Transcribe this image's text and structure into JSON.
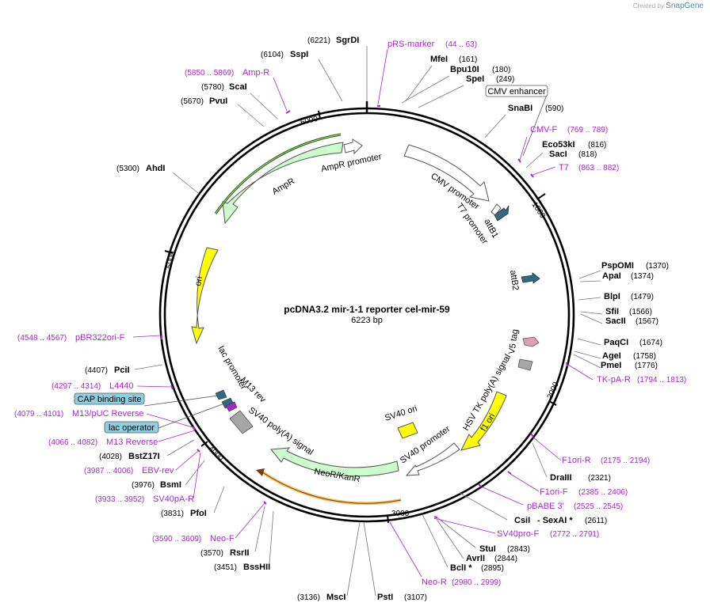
{
  "plasmid": {
    "name": "pcDNA3.2 mir-1-1 reporter cel-mir-59",
    "length": "6223 bp",
    "total_bp": 6223
  },
  "watermark": {
    "prefix": "Created by",
    "brand": "SnapGene"
  },
  "ticks": [
    "1000",
    "2000",
    "3000",
    "4000",
    "5000",
    "6000"
  ],
  "sites": [
    {
      "name": "SgrDI",
      "pos": "(6221)"
    },
    {
      "name": "SspI",
      "pos": "(6104)"
    },
    {
      "name": "ScaI",
      "pos": "(5780)"
    },
    {
      "name": "PvuI",
      "pos": "(5670)"
    },
    {
      "name": "AhdI",
      "pos": "(5300)"
    },
    {
      "name": "PciI",
      "pos": "(4407)"
    },
    {
      "name": "BstZ17I",
      "pos": "(4028)"
    },
    {
      "name": "BsmI",
      "pos": "(3976)"
    },
    {
      "name": "PfoI",
      "pos": "(3831)"
    },
    {
      "name": "RsrII",
      "pos": "(3570)"
    },
    {
      "name": "BssHII",
      "pos": "(3451)"
    },
    {
      "name": "MscI",
      "pos": "(3136)"
    },
    {
      "name": "PstI",
      "pos": "(3107)"
    },
    {
      "name": "MfeI",
      "pos": "(161)"
    },
    {
      "name": "Bpu10I",
      "pos": "(180)"
    },
    {
      "name": "SpeI",
      "pos": "(249)"
    },
    {
      "name": "SnaBI",
      "pos": "(590)"
    },
    {
      "name": "Eco53kI",
      "pos": "(816)"
    },
    {
      "name": "SacI",
      "pos": "(818)"
    },
    {
      "name": "PspOMI",
      "pos": "(1370)"
    },
    {
      "name": "ApaI",
      "pos": "(1374)"
    },
    {
      "name": "BlpI",
      "pos": "(1479)"
    },
    {
      "name": "SfiI",
      "pos": "(1566)"
    },
    {
      "name": "SacII",
      "pos": "(1567)"
    },
    {
      "name": "PaqCI",
      "pos": "(1674)"
    },
    {
      "name": "AgeI",
      "pos": "(1758)"
    },
    {
      "name": "PmeI",
      "pos": "(1776)"
    },
    {
      "name": "DraIII",
      "pos": "(2321)"
    },
    {
      "name": "CsiI",
      "pos": ""
    },
    {
      "name": "- SexAI *",
      "pos": "(2611)"
    },
    {
      "name": "StuI",
      "pos": "(2843)"
    },
    {
      "name": "AvrII",
      "pos": "(2844)"
    },
    {
      "name": "BclI *",
      "pos": "(2895)"
    }
  ],
  "primers": [
    {
      "name": "pRS-marker",
      "range": "(44 .. 63)"
    },
    {
      "name": "Amp-R",
      "range": "(5850 .. 5869)"
    },
    {
      "name": "CMV-F",
      "range": "(769 .. 789)"
    },
    {
      "name": "T7",
      "range": "(863 .. 882)"
    },
    {
      "name": "pBR322ori-F",
      "range": "(4548 .. 4567)"
    },
    {
      "name": "L4440",
      "range": "(4297 .. 4314)"
    },
    {
      "name": "M13/pUC Reverse",
      "range": "(4079 .. 4101)"
    },
    {
      "name": "M13 Reverse",
      "range": "(4066 .. 4082)"
    },
    {
      "name": "EBV-rev",
      "range": "(3987 .. 4006)"
    },
    {
      "name": "SV40pA-R",
      "range": "(3933 .. 3952)"
    },
    {
      "name": "Neo-F",
      "range": "(3590 .. 3609)"
    },
    {
      "name": "Neo-R",
      "range": "(2980 .. 2999)"
    },
    {
      "name": "TK-pA-R",
      "range": "(1794 .. 1813)"
    },
    {
      "name": "F1ori-R",
      "range": "(2175 .. 2194)"
    },
    {
      "name": "F1ori-F",
      "range": "(2385 .. 2406)"
    },
    {
      "name": "pBABE 3'",
      "range": "(2525 .. 2545)"
    },
    {
      "name": "SV40pro-F",
      "range": "(2772 .. 2791)"
    }
  ],
  "boxed_labels": [
    "CMV enhancer",
    "CAP binding site",
    "lac operator"
  ],
  "features": [
    "AmpR promoter",
    "AmpR",
    "CMV promoter",
    "T7 promoter",
    "attB1",
    "attB2",
    "V5 tag",
    "HSV TK poly(A) signal",
    "f1 ori",
    "SV40 promoter",
    "SV40 ori",
    "NeoR/KanR",
    "SV40 poly(A) signal",
    "M13 rev",
    "lac promoter",
    "ori"
  ],
  "colors": {
    "primer": "#a628c9",
    "amp": "#ccfccc",
    "ori": "#ffff00",
    "sv40": "#ffff00",
    "attB": "#2e6b80",
    "box": "#8ecfe0",
    "v5": "#d9a0b4",
    "gray": "#a6a6a6"
  }
}
